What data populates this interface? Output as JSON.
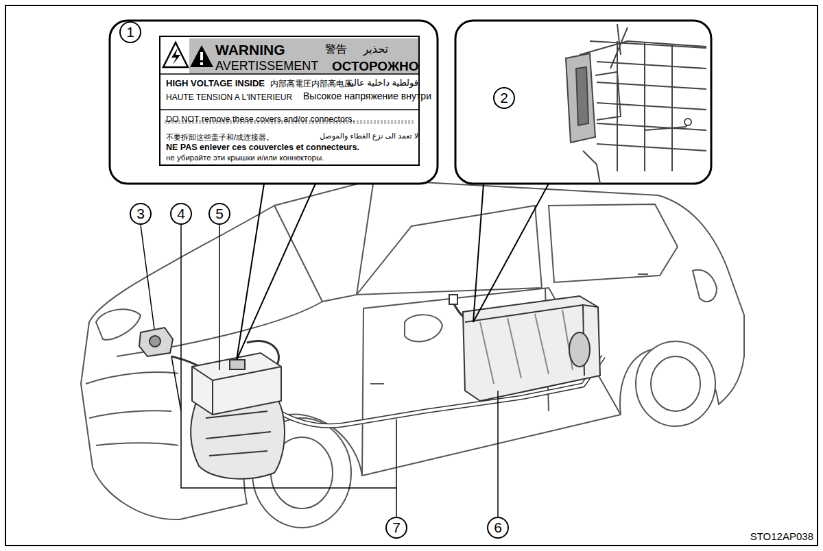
{
  "diagram": {
    "nodes": [
      {
        "text": [
          "WARNING",
          "警告",
          "تحذير",
          "AVERTISSEMENT",
          "ОСТОРОЖНО",
          "HIGH VOLTAGE INSIDE",
          "内部高電圧",
          "内部高电压",
          "فولطية داخلية عالية",
          "HAUTE TENSION A L'INTERIEUR",
          "Высокое напряжение внутри",
          "DO NOT remove these covers and/or connectors.",
          "不要拆卸这些盖子和/或连接器。",
          "لا تعمد الى نزع الغطاء والموصل",
          "NE PAS enlever ces couvercles et connecteurs.",
          "не убирайте эти крышки и/или коннекторы."
        ]
      }
    ],
    "labels": [
      "1",
      "2",
      "3",
      "4",
      "5",
      "6",
      "7",
      "STO12AP038"
    ]
  }
}
